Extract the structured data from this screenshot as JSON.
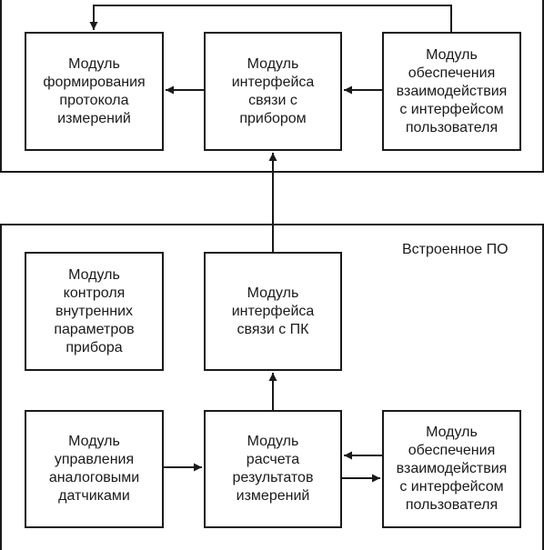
{
  "top_group": {
    "modules": {
      "protocol": "Модуль\nформирования\nпротокола\nизмерений",
      "device_interface": "Модуль\nинтерфейса\nсвязи с\nприбором",
      "ui": "Модуль\nобеспечения\nвзаимодействия\nс интерфейсом\nпользователя"
    }
  },
  "bottom_group": {
    "label": "Встроенное ПО",
    "modules": {
      "control": "Модуль\nконтроля\nвнутренних\nпараметров\nприбора",
      "pc_interface": "Модуль\nинтерфейса\nсвязи с ПК",
      "analog": "Модуль\nуправления\nаналоговыми\nдатчиками",
      "calc": "Модуль\nрасчета\nрезультатов\nизмерений",
      "ui": "Модуль\nобеспечения\nвзаимодействия\nс интерфейсом\nпользователя"
    }
  }
}
